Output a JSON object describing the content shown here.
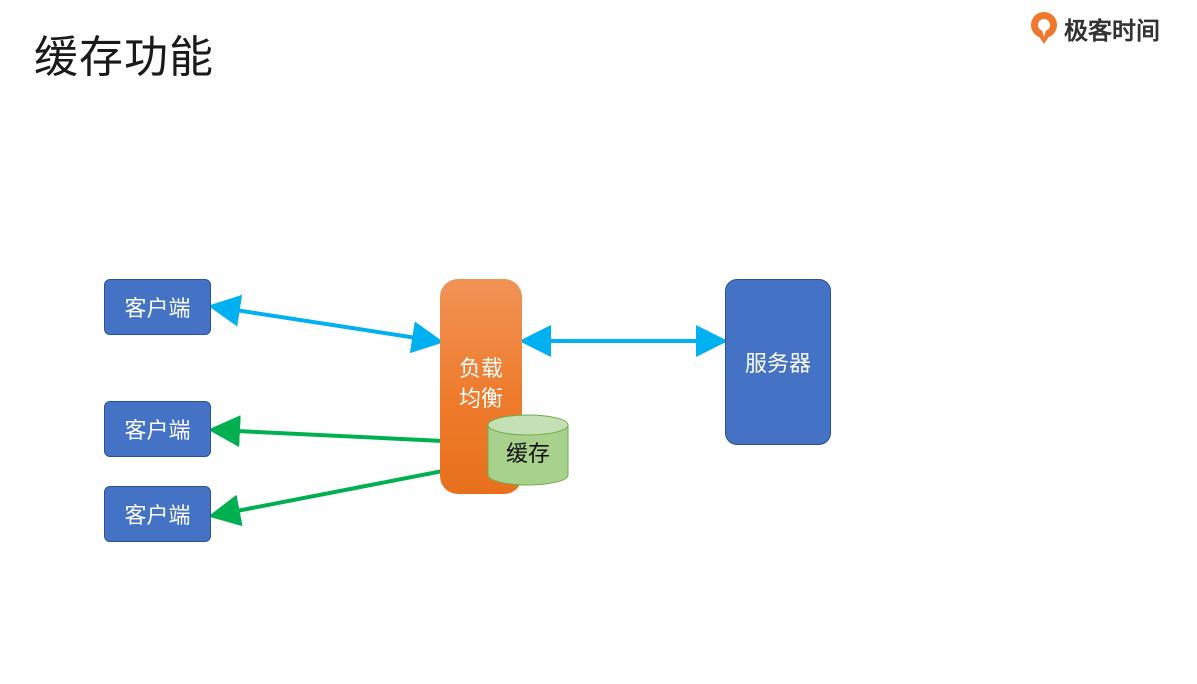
{
  "slide": {
    "title": "缓存功能"
  },
  "brand": {
    "name": "极客时间",
    "logo_icon": "geektime-logo-icon",
    "logo_color": "#f0772b"
  },
  "diagram": {
    "clients": [
      {
        "label": "客户端"
      },
      {
        "label": "客户端"
      },
      {
        "label": "客户端"
      }
    ],
    "load_balancer": {
      "label": "负载均衡"
    },
    "cache": {
      "label": "缓存"
    },
    "server": {
      "label": "服务器"
    },
    "colors": {
      "client_fill": "#4472c4",
      "server_fill": "#4472c4",
      "load_balancer_fill": "#ee7b2c",
      "cache_fill": "#a9d18e",
      "blue_arrow": "#00b0f0",
      "green_arrow": "#00b050"
    }
  }
}
